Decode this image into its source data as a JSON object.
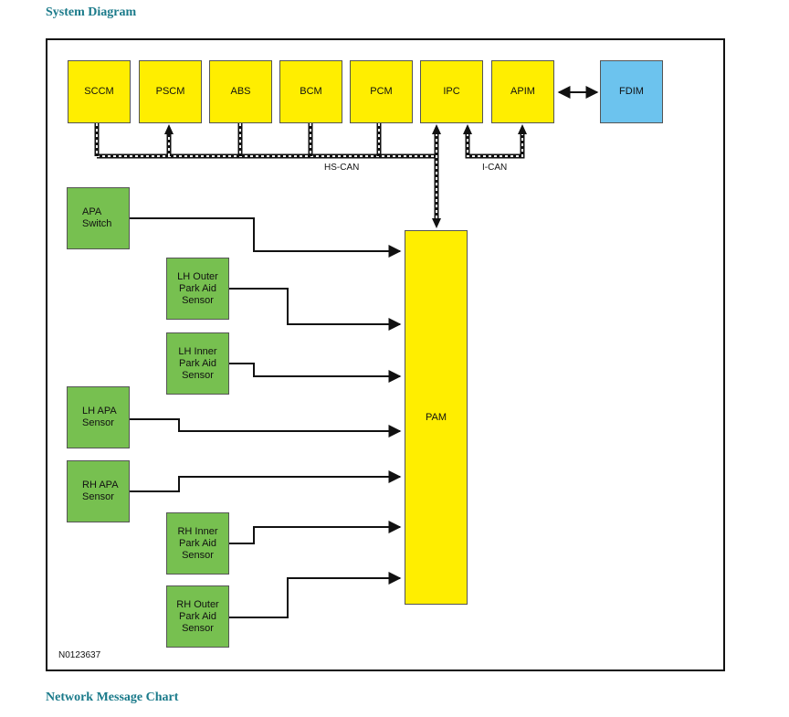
{
  "headings": {
    "top": "System Diagram",
    "bottom": "Network Message Chart"
  },
  "modules": {
    "sccm": "SCCM",
    "pscm": "PSCM",
    "abs": "ABS",
    "bcm": "BCM",
    "pcm": "PCM",
    "ipc": "IPC",
    "apim": "APIM",
    "fdim": "FDIM",
    "pam": "PAM"
  },
  "sensors": {
    "apa_switch": "APA\nSwitch",
    "lh_outer": "LH Outer\nPark Aid\nSensor",
    "lh_inner": "LH Inner\nPark Aid\nSensor",
    "lh_apa": "LH APA\nSensor",
    "rh_apa": "RH APA\nSensor",
    "rh_inner": "RH Inner\nPark Aid\nSensor",
    "rh_outer": "RH Outer\nPark Aid\nSensor"
  },
  "bus_labels": {
    "hs_can": "HS-CAN",
    "i_can": "I-CAN"
  },
  "figure_id": "N0123637",
  "colors": {
    "module": "#ffee00",
    "fdim": "#6cc3ee",
    "sensor": "#77c050",
    "heading": "#1a7a8a"
  }
}
